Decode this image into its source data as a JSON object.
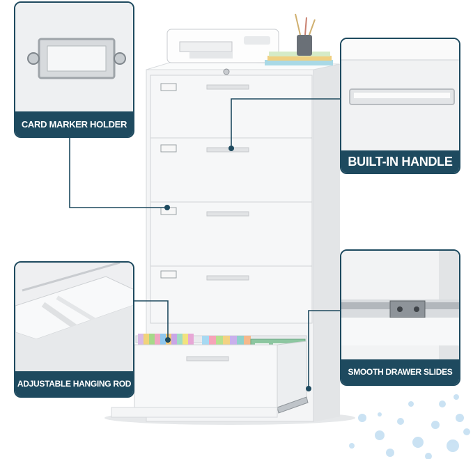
{
  "callouts": {
    "card_marker_holder": "CARD MARKER HOLDER",
    "built_in_handle": "BUILT-IN HANDLE",
    "adjustable_hanging_rod": "ADJUSTABLE HANGING ROD",
    "smooth_drawer_slides": "SMOOTH DRAWER SLIDES"
  },
  "colors": {
    "accent": "#1e4a5f",
    "dots": "#b9d9f0",
    "cabinet": "#f4f5f6"
  }
}
